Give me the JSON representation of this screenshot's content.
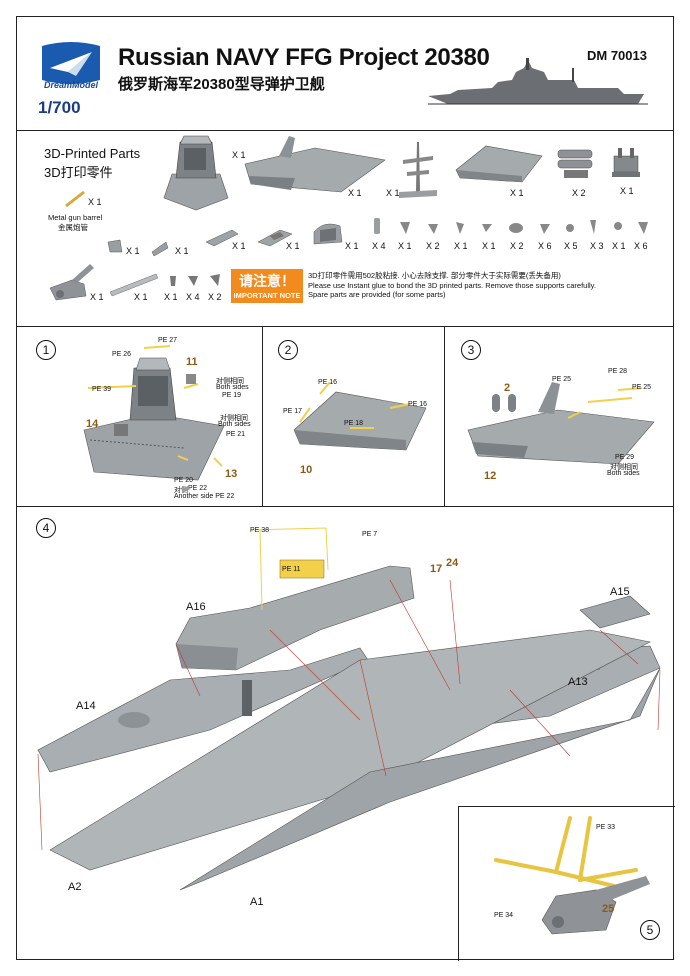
{
  "header": {
    "brand": "DreamModel",
    "scale": "1/700",
    "title": "Russian NAVY FFG Project 20380",
    "subtitle_cn": "俄罗斯海军20380型导弹护卫舰",
    "product_code": "DM 70013"
  },
  "parts_section": {
    "heading": "3D-Printed Parts",
    "heading_cn": "3D打印零件",
    "metal_barrel_label": "Metal gun barrel",
    "metal_barrel_label_cn": "金属炮管",
    "quantities_row1": [
      "X 1",
      "X 1",
      "X 1",
      "X 1",
      "X 2",
      "X 1"
    ],
    "quantity_barrel": "X 1",
    "quantities_row2": [
      "X 1",
      "X 1",
      "X 1",
      "X 1",
      "X 1",
      "X 4",
      "X 1",
      "X 2",
      "X 1",
      "X 1",
      "X 2",
      "X 6",
      "X 5",
      "X 3",
      "X 1",
      "X 6"
    ],
    "quantities_row3": [
      "X 1",
      "X 1",
      "X 1",
      "X 4",
      "X 2"
    ]
  },
  "notice": {
    "label_cn": "请注意！",
    "label_en": "IMPORTANT NOTE",
    "text_cn": "3D打印零件需用502胶粘接. 小心去除支撑. 部分零件大于实际需要(丢失备用)",
    "text_en_1": "Please use Instant glue to bond the 3D printed parts. Remove those supports carefully.",
    "text_en_2": "Spare parts are provided (for some parts)"
  },
  "step1": {
    "num": "1",
    "labels": [
      "PE 27",
      "PE 26",
      "11",
      "对侧相同",
      "Both sides",
      "PE 19",
      "PE 39",
      "对侧相同",
      "Both sides",
      "14",
      "PE 21",
      "PE 20",
      "对侧",
      "PE 22",
      "Another side PE 22",
      "13"
    ]
  },
  "step2": {
    "num": "2",
    "labels": [
      "PE 16",
      "PE 17",
      "PE 16",
      "PE 18",
      "10"
    ]
  },
  "step3": {
    "num": "3",
    "labels": [
      "PE 28",
      "PE 25",
      "PE 25",
      "2",
      "PE 29",
      "对侧相同",
      "Both sides",
      "12"
    ]
  },
  "step4": {
    "num": "4",
    "labels": [
      "PE 38",
      "PE 7",
      "PE 11",
      "17",
      "24",
      "A16",
      "A15",
      "A14",
      "A13",
      "A2",
      "A1"
    ]
  },
  "step5": {
    "num": "5",
    "labels": [
      "PE 33",
      "PE 34",
      "25"
    ]
  },
  "colors": {
    "notice_orange": "#f28a1e",
    "brand_blue": "#1a3d86",
    "part_number_brown": "#8a5a1a",
    "pe_yellow": "#f2d04a",
    "hull_gray": "#a9aeb2"
  }
}
